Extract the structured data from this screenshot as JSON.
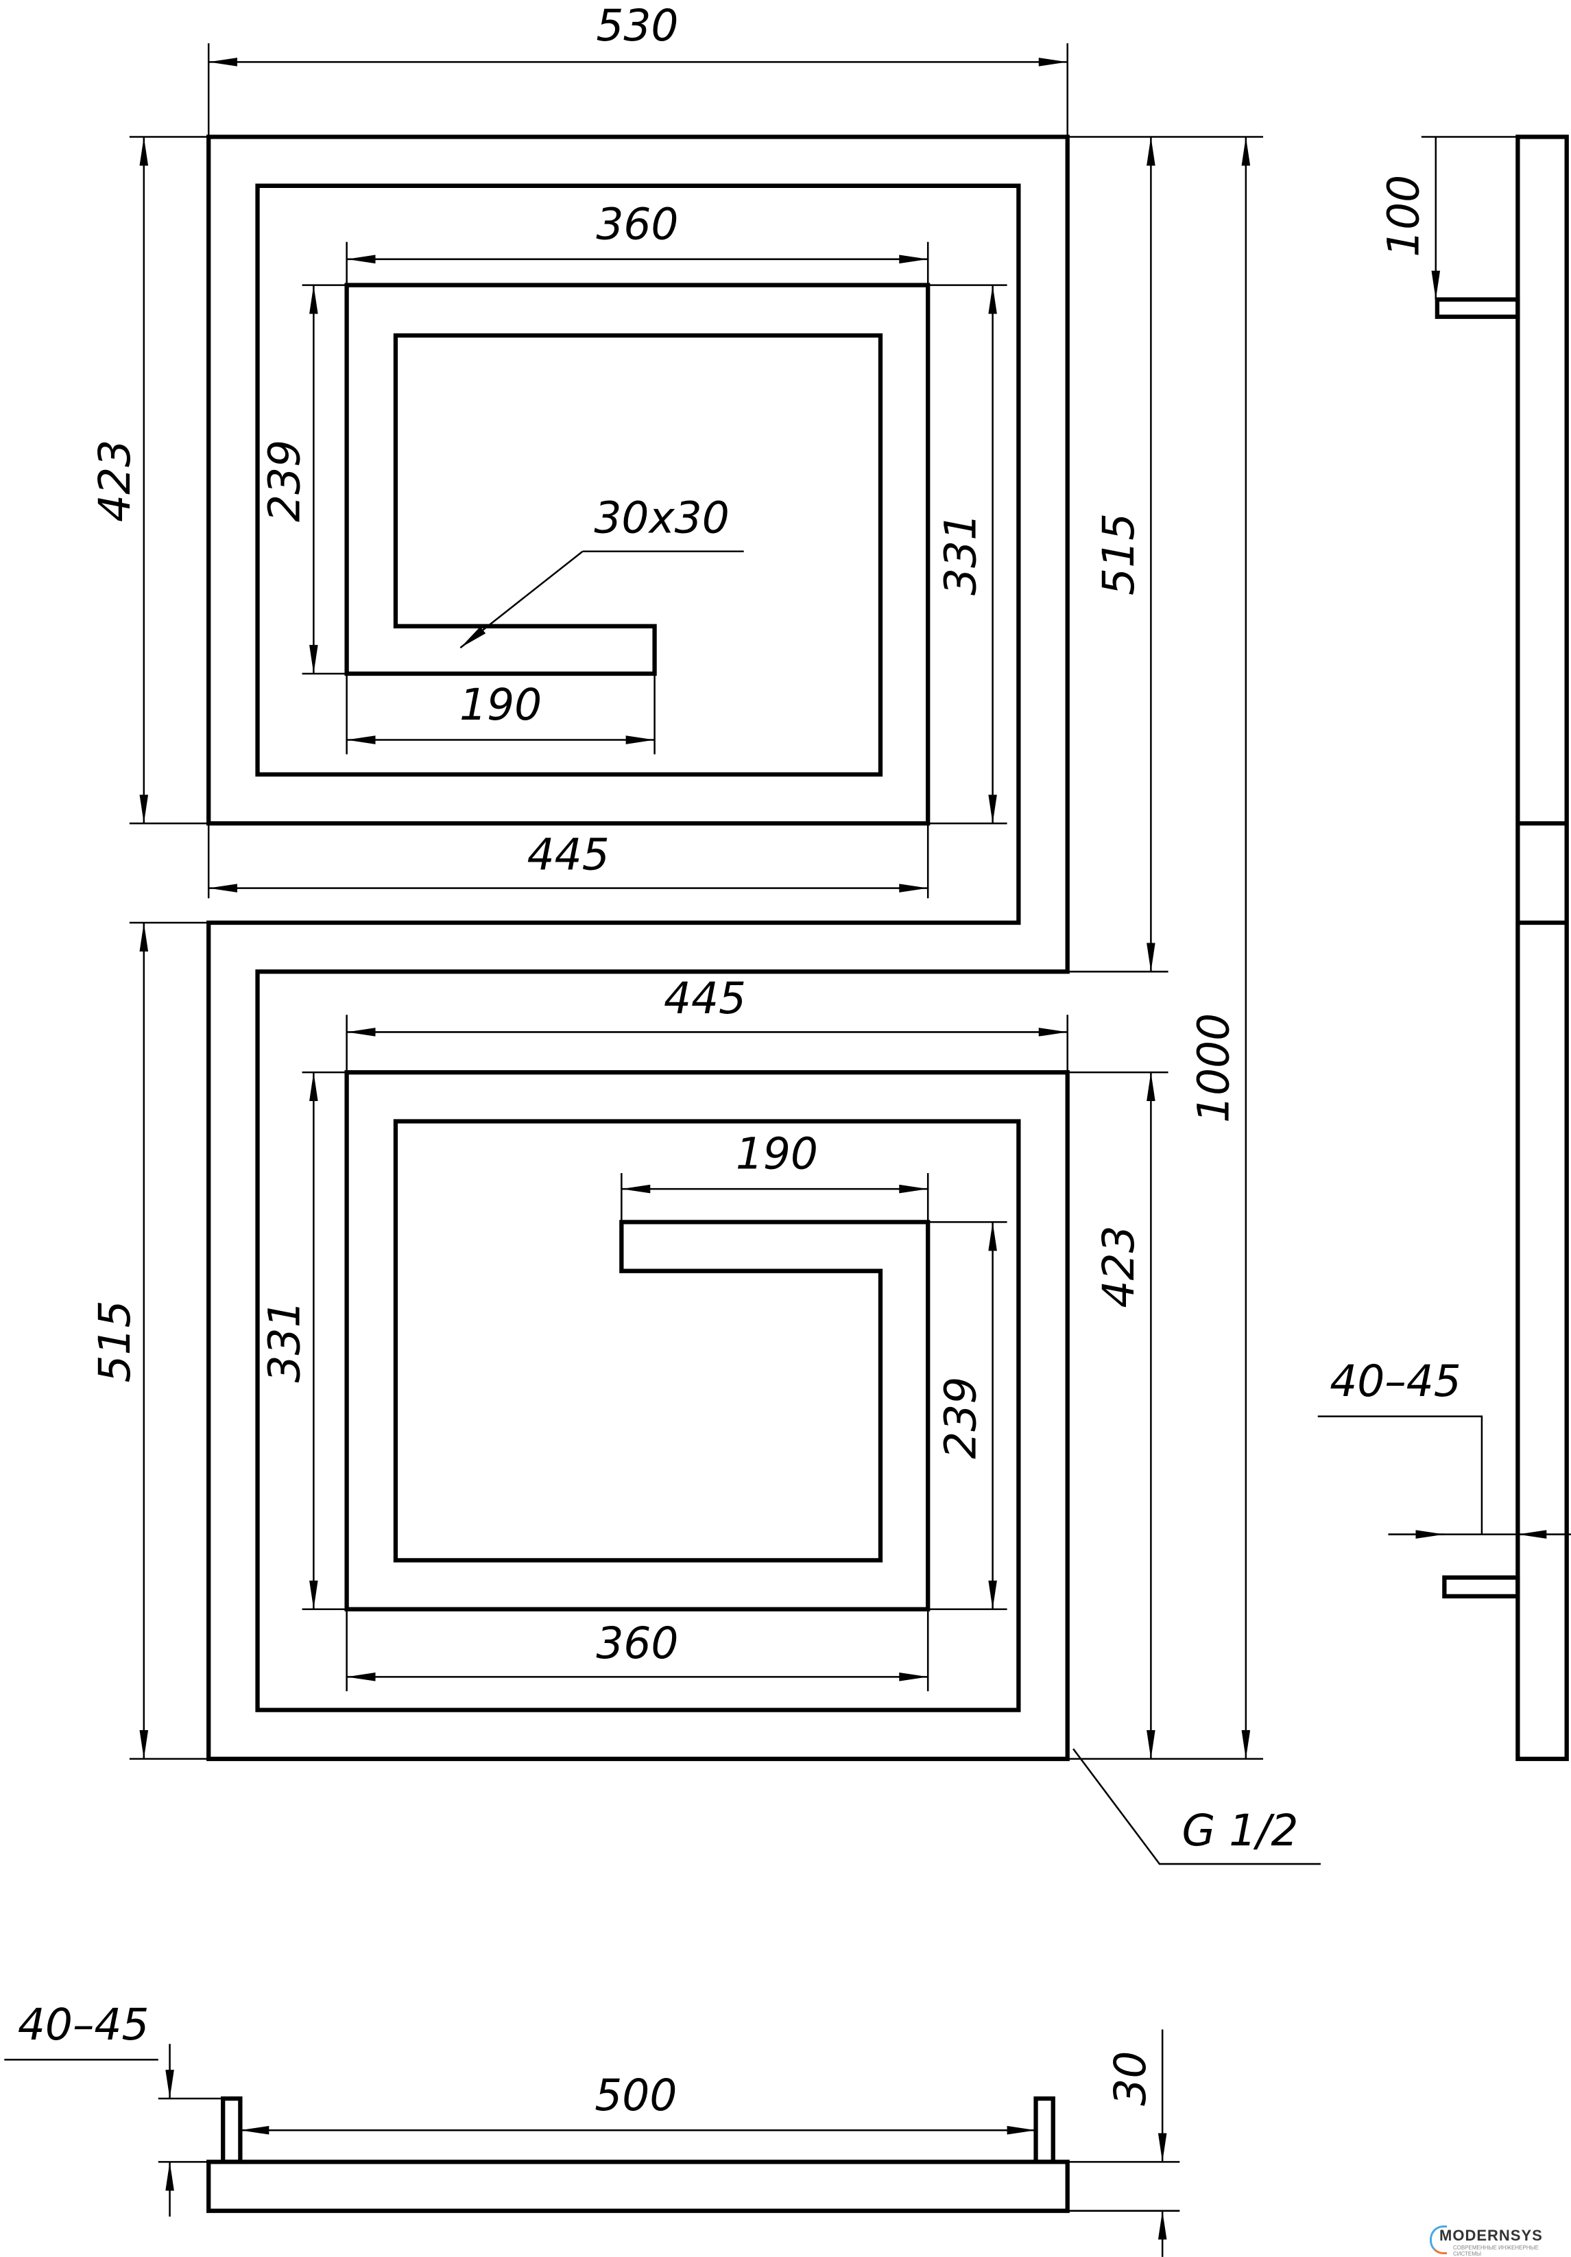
{
  "dimensions": {
    "top_width": "530",
    "upper_inner_width": "360",
    "tube_size": "30x30",
    "upper_height_left": "423",
    "upper_inner_height": "239",
    "upper_right_height": "331",
    "upper_total_right": "515",
    "upper_hook": "190",
    "upper_bottom_width": "445",
    "lower_top_width": "445",
    "lower_hook": "190",
    "lower_left_height": "515",
    "lower_inner_left": "331",
    "lower_inner_right": "239",
    "lower_right_height": "423",
    "lower_inner_width": "360",
    "total_height": "1000",
    "connection": "G 1/2",
    "side_offset": "100",
    "side_wall_gap": "40–45",
    "bottom_wall_gap": "40–45",
    "bottom_width": "500",
    "bottom_depth": "30"
  },
  "logo": {
    "name": "MODERNSYS",
    "tagline": "СОВРЕМЕННЫЕ ИНЖЕНЕРНЫЕ СИСТЕМЫ"
  }
}
